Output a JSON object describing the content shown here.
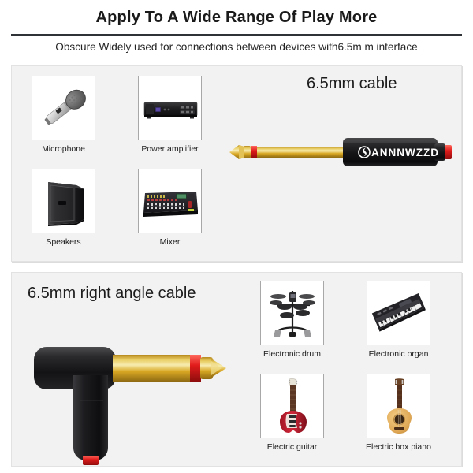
{
  "header": {
    "title": "Apply To A Wide Range Of Play More",
    "subtitle": "Obscure Widely used for connections between devices with6.5m m interface"
  },
  "colors": {
    "page_background": "#ffffff",
    "panel_background": "#f2f2f2",
    "panel_border": "#e2e2e2",
    "rule": "#2f3237",
    "title_text": "#1a1a1a",
    "gold": "#d9a824",
    "gold_light": "#f3de8a",
    "gold_dark": "#a87d16",
    "black_body": "#1c1c1c",
    "red_ring": "#e01b1b"
  },
  "panels": {
    "top": {
      "heading": "6.5mm cable",
      "product": {
        "brand": "ANNNWZZD",
        "logo": "brand-swoosh-logo",
        "type": "straight-6.5mm-plug"
      },
      "devices": [
        {
          "label": "Microphone",
          "icon": "microphone-icon"
        },
        {
          "label": "Power amplifier",
          "icon": "power-amplifier-icon"
        },
        {
          "label": "Speakers",
          "icon": "speaker-icon"
        },
        {
          "label": "Mixer",
          "icon": "mixer-icon"
        }
      ]
    },
    "bottom": {
      "heading": "6.5mm right angle cable",
      "product": {
        "type": "right-angle-6.5mm-plug"
      },
      "devices": [
        {
          "label": "Electronic drum",
          "icon": "electronic-drum-icon"
        },
        {
          "label": "Electronic organ",
          "icon": "electronic-organ-icon"
        },
        {
          "label": "Electric guitar",
          "icon": "electric-guitar-icon"
        },
        {
          "label": "Electric box piano",
          "icon": "acoustic-guitar-icon"
        }
      ]
    }
  }
}
